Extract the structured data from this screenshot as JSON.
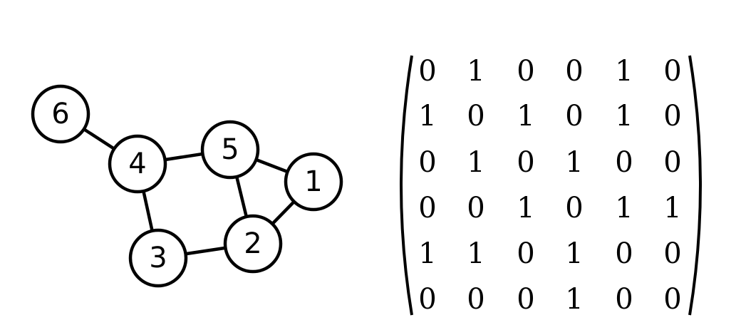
{
  "graph": {
    "nodes": [
      "1",
      "2",
      "3",
      "4",
      "5",
      "6"
    ],
    "edges": [
      [
        "6",
        "4"
      ],
      [
        "4",
        "5"
      ],
      [
        "4",
        "3"
      ],
      [
        "5",
        "1"
      ],
      [
        "5",
        "2"
      ],
      [
        "1",
        "2"
      ],
      [
        "3",
        "2"
      ]
    ]
  },
  "matrix": [
    [
      "0",
      "1",
      "0",
      "0",
      "1",
      "0"
    ],
    [
      "1",
      "0",
      "1",
      "0",
      "1",
      "0"
    ],
    [
      "0",
      "1",
      "0",
      "1",
      "0",
      "0"
    ],
    [
      "0",
      "0",
      "1",
      "0",
      "1",
      "1"
    ],
    [
      "1",
      "1",
      "0",
      "1",
      "0",
      "0"
    ],
    [
      "0",
      "0",
      "0",
      "1",
      "0",
      "0"
    ]
  ]
}
